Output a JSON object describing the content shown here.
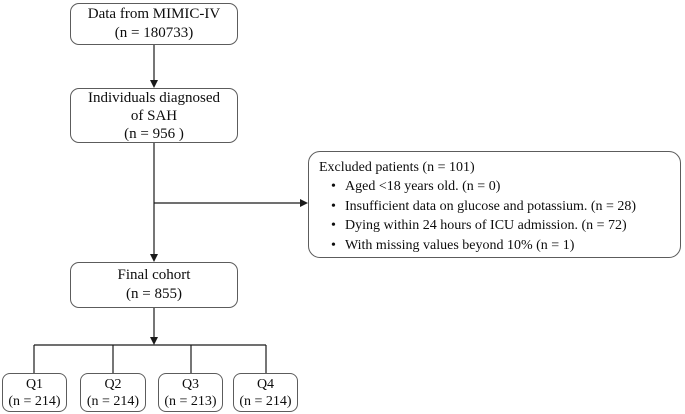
{
  "flowchart": {
    "bullet_char": "•",
    "boxes": {
      "mimic": {
        "lines": [
          "Data from MIMIC-IV",
          "(n = 180733)"
        ]
      },
      "sah": {
        "lines": [
          "Individuals diagnosed",
          "of SAH",
          "(n = 956 )"
        ]
      },
      "excluded": {
        "title": "Excluded patients (n = 101)",
        "bullets": [
          "Aged <18 years old. (n = 0)",
          "Insufficient data on glucose and potassium. (n = 28)",
          "Dying within 24 hours of ICU admission. (n = 72)",
          "With missing values beyond 10% (n = 1)"
        ]
      },
      "final": {
        "lines": [
          "Final cohort",
          "(n = 855)"
        ]
      },
      "quartiles": [
        {
          "label": "Q1",
          "count": "(n = 214)"
        },
        {
          "label": "Q2",
          "count": "(n = 214)"
        },
        {
          "label": "Q3",
          "count": "(n = 213)"
        },
        {
          "label": "Q4",
          "count": "(n = 214)"
        }
      ]
    },
    "colors": {
      "background": "#ffffff",
      "box_border": "#5c5c5c",
      "text": "#0d0d0d",
      "connector": "#1a1a1a"
    }
  }
}
